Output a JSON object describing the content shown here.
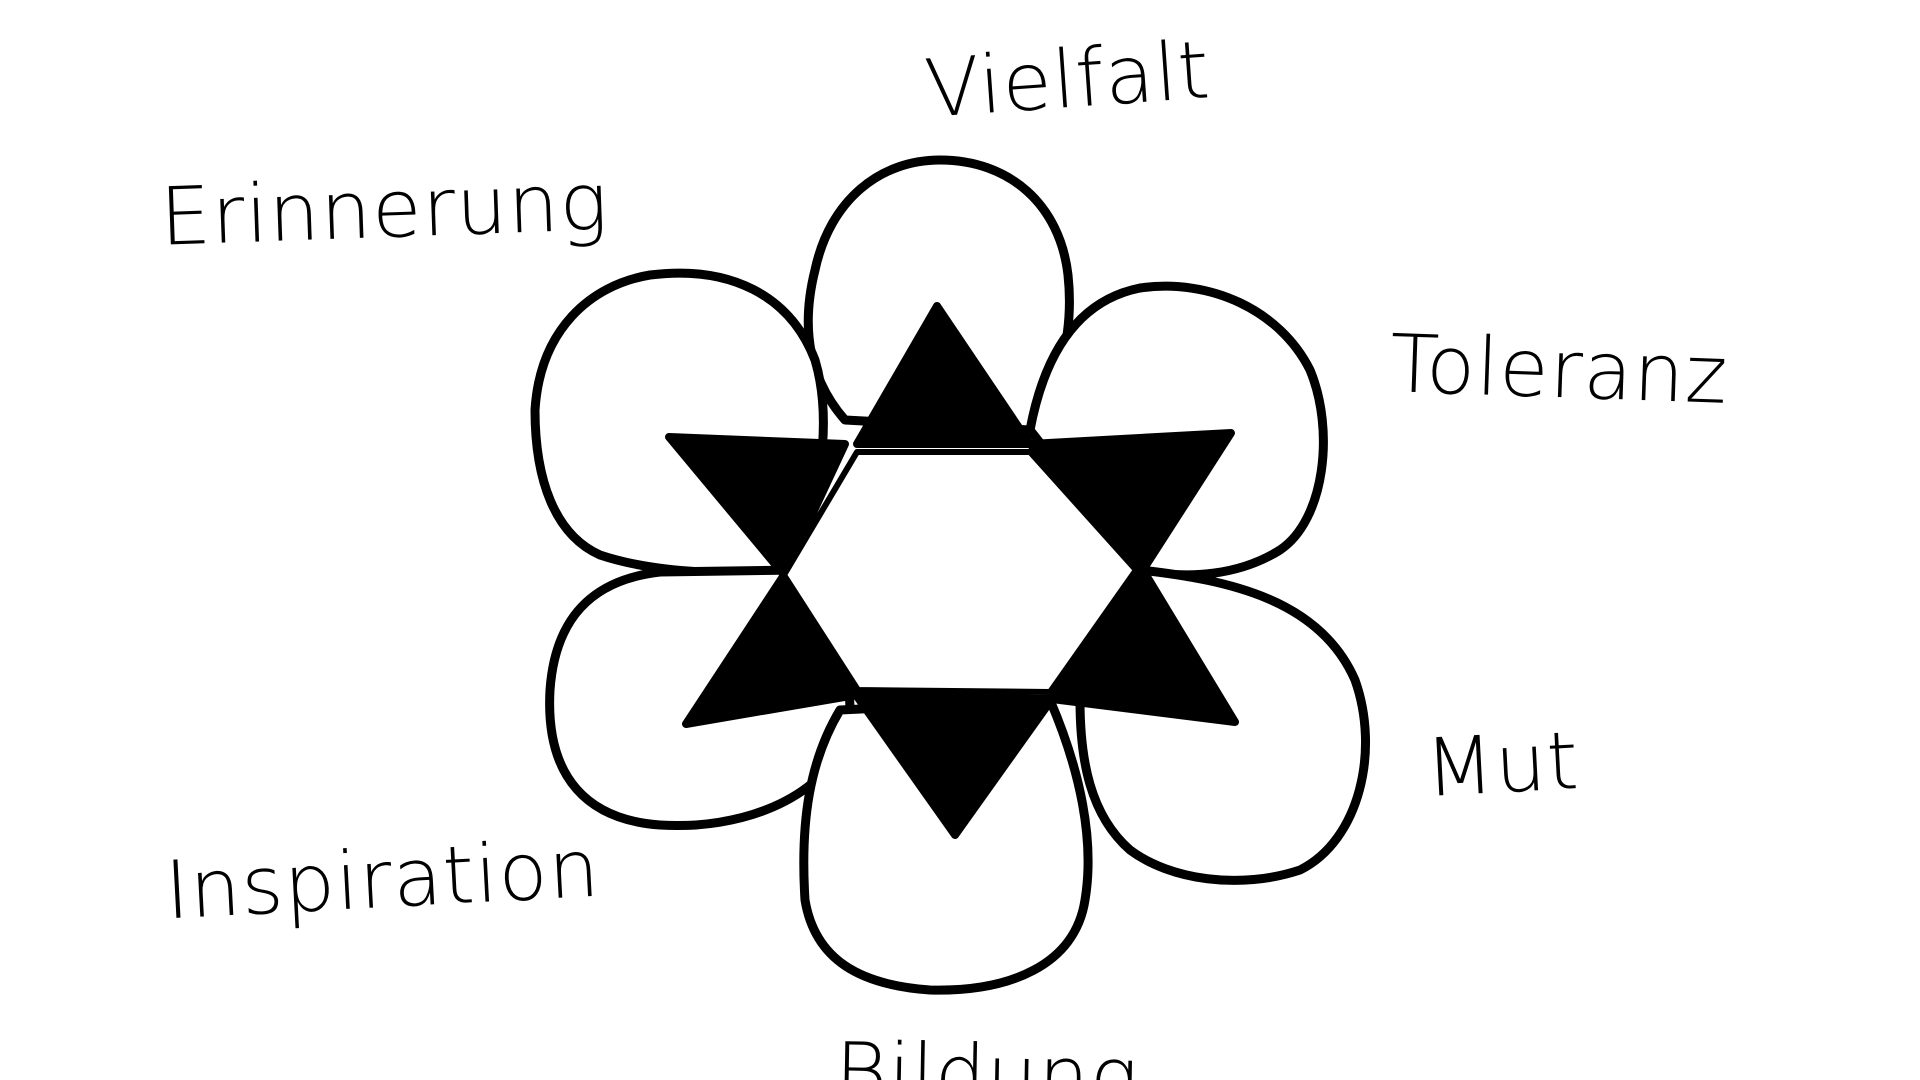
{
  "diagram": {
    "labels": {
      "top": "Vielfalt",
      "upper_left": "Erinnerung",
      "upper_right": "Toleranz",
      "lower_right": "Mut",
      "lower_left": "Inspiration",
      "bottom": "Bildung"
    },
    "colors": {
      "ink": "#000000",
      "background": "#ffffff",
      "petal_fill": "#ffffff",
      "star_fill": "#000000"
    },
    "shapes": {
      "petal_count": 6,
      "center_symbol": "six-pointed-star"
    }
  }
}
